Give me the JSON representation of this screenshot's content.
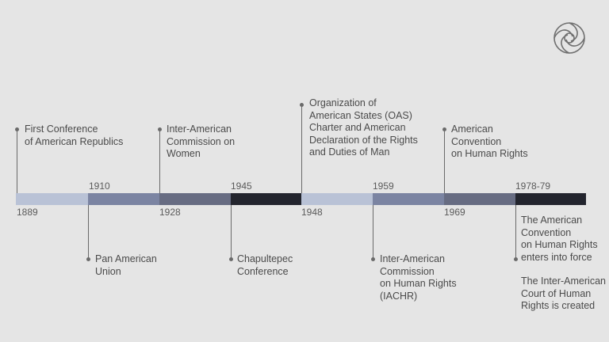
{
  "colors": {
    "background": "#e5e5e5",
    "segments": [
      "#b9c2d6",
      "#7b84a2",
      "#676c82",
      "#23252e",
      "#b9c2d6",
      "#7b84a2",
      "#676c82",
      "#23252e"
    ]
  },
  "logo_icon": "swirl-logo-icon",
  "timeline": {
    "segments": [
      {
        "year": "1889"
      },
      {
        "year": "1910"
      },
      {
        "year": "1928"
      },
      {
        "year": "1945"
      },
      {
        "year": "1948"
      },
      {
        "year": "1959"
      },
      {
        "year": "1969"
      },
      {
        "year": "1978-79"
      }
    ],
    "events": [
      {
        "text": "First Conference\nof American Republics"
      },
      {
        "text": "Pan American\nUnion"
      },
      {
        "text": "Inter-American\nCommission on\nWomen"
      },
      {
        "text": "Chapultepec\nConference"
      },
      {
        "text": "Organization of\nAmerican States (OAS)\nCharter and American\nDeclaration of the Rights\nand Duties of Man"
      },
      {
        "text": "Inter-American\nCommission\non Human Rights\n(IACHR)"
      },
      {
        "text": "American\nConvention\non Human Rights"
      },
      {
        "text": "The American\nConvention\non Human Rights\nenters into force"
      },
      {
        "text": "The Inter-American\nCourt  of Human\nRights is created"
      }
    ]
  }
}
